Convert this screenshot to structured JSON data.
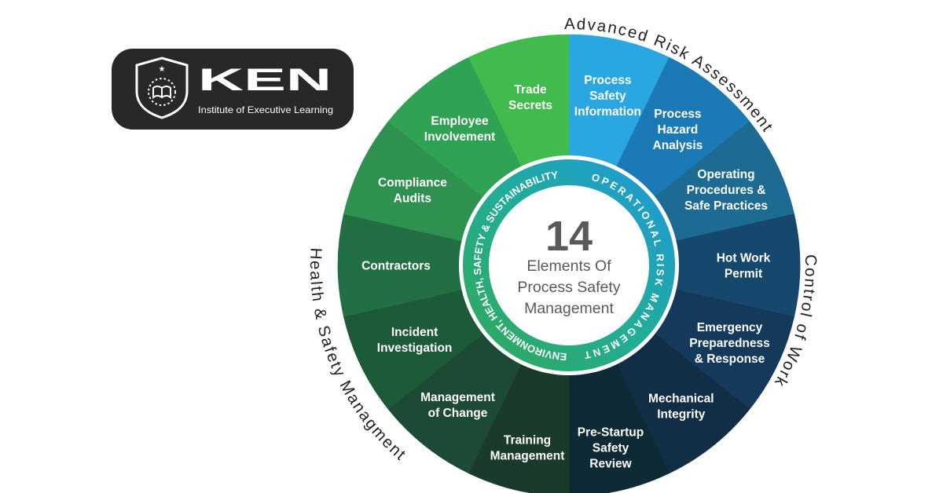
{
  "canvas": {
    "background": "#ffffff"
  },
  "logo": {
    "brand": "KEN",
    "tagline": "Institute of Executive Learning",
    "bg_color": "#282828",
    "text_color": "#ffffff",
    "emblem": "shield-book-laurel-star"
  },
  "wheel": {
    "center_number": "14",
    "center_lines": [
      "Elements Of",
      "Process Safety",
      "Management"
    ],
    "center_text_color": "#58595b",
    "ring": {
      "label_right": "OPERATIONAL RISK MANAGEMENT",
      "label_left": "ENVIRONMENT, HEALTH, SAFETY & SUSTAINABILITY",
      "text_color": "#ffffff",
      "gradient": [
        "#31a85c",
        "#21ad97",
        "#1f9ad6"
      ]
    },
    "segment_text_color": "#ffffff",
    "segments": [
      {
        "label": "Process Safety Information",
        "lines": [
          "Process",
          "Safety",
          "Information"
        ],
        "color": "#2aa6e0"
      },
      {
        "label": "Process Hazard Analysis",
        "lines": [
          "Process",
          "Hazard",
          "Analysis"
        ],
        "color": "#1b79b5"
      },
      {
        "label": "Operating Procedures & Safe Practices",
        "lines": [
          "Operating",
          "Procedures &",
          "Safe Practices"
        ],
        "color": "#1d6b93"
      },
      {
        "label": "Hot Work Permit",
        "lines": [
          "Hot Work",
          "Permit"
        ],
        "color": "#16486e"
      },
      {
        "label": "Emergency Preparedness & Response",
        "lines": [
          "Emergency",
          "Preparedness",
          "& Response"
        ],
        "color": "#14395a"
      },
      {
        "label": "Mechanical Integrity",
        "lines": [
          "Mechanical",
          "Integrity"
        ],
        "color": "#112e46"
      },
      {
        "label": "Pre-Startup Safety Review",
        "lines": [
          "Pre-Startup",
          "Safety",
          "Review"
        ],
        "color": "#0e2a35"
      },
      {
        "label": "Training Management",
        "lines": [
          "Training",
          "Management"
        ],
        "color": "#1a3a2c"
      },
      {
        "label": "Management of Change",
        "lines": [
          "Management",
          "of Change"
        ],
        "color": "#1d4a34"
      },
      {
        "label": "Incident Investigation",
        "lines": [
          "Incident",
          "Investigation"
        ],
        "color": "#1d5a37"
      },
      {
        "label": "Contractors",
        "lines": [
          "Contractors"
        ],
        "color": "#236f44"
      },
      {
        "label": "Compliance Audits",
        "lines": [
          "Compliance",
          "Audits"
        ],
        "color": "#2e9150"
      },
      {
        "label": "Employee Involvement",
        "lines": [
          "Employee",
          "Involvement"
        ],
        "color": "#2fa254"
      },
      {
        "label": "Trade Secrets",
        "lines": [
          "Trade",
          "Secrets"
        ],
        "color": "#41ba4e"
      }
    ]
  },
  "outer_labels": {
    "top_right": "Advanced Risk Assessment",
    "right": "Control of Work",
    "bottom_left": "Health & Safety Managment",
    "text_color": "#232323"
  }
}
